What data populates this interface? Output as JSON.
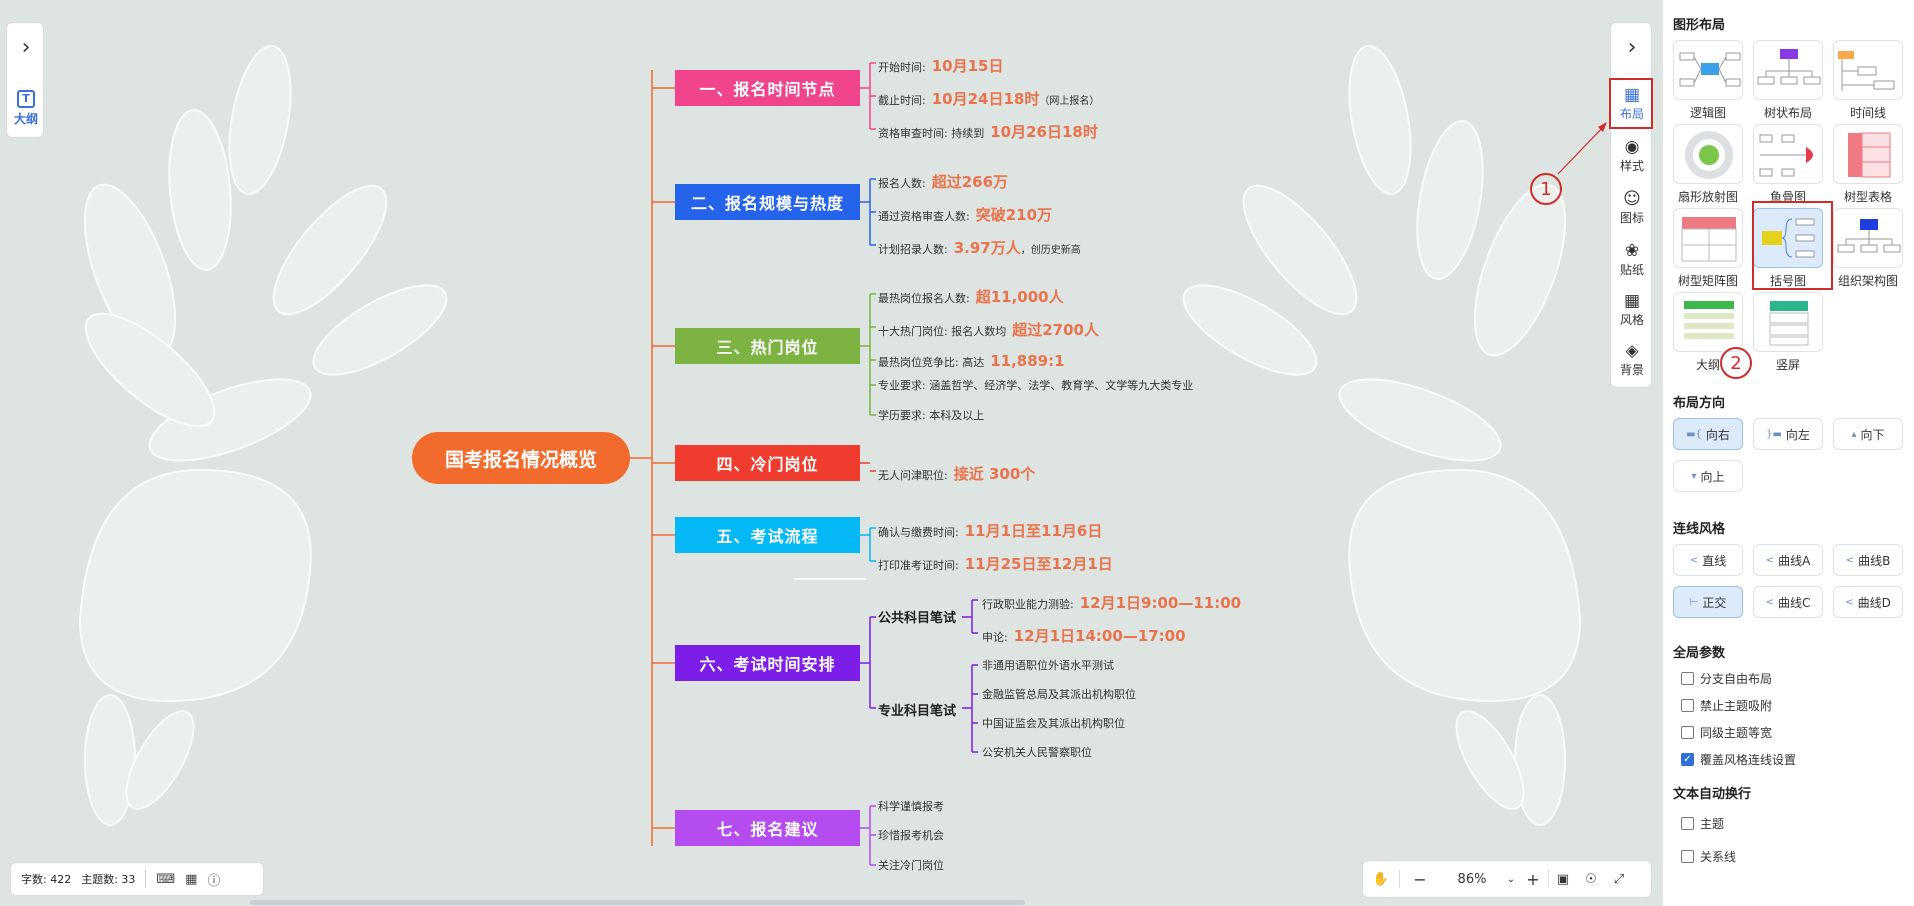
{
  "left_panel": {
    "outline_label": "大纲"
  },
  "right_toolbar": {
    "tools": [
      {
        "name": "布局",
        "icon": "layout-icon",
        "active": true
      },
      {
        "name": "样式",
        "icon": "palette-icon"
      },
      {
        "name": "图标",
        "icon": "smiley-icon"
      },
      {
        "name": "贴纸",
        "icon": "sticker-icon"
      },
      {
        "name": "风格",
        "icon": "grid-icon"
      },
      {
        "name": "背景",
        "icon": "layers-icon"
      }
    ]
  },
  "mindmap": {
    "root": "国考报名情况概览",
    "branches": [
      {
        "title": "一、报名时间节点",
        "color": "#f0458c",
        "items": [
          {
            "label": "开始时间:",
            "value": "10月15日",
            "note": ""
          },
          {
            "label": "截止时间:",
            "value": "10月24日18时",
            "note": "（网上报名）"
          },
          {
            "label": "资格审查时间:  持续到",
            "value": "10月26日18时",
            "note": ""
          }
        ]
      },
      {
        "title": "二、报名规模与热度",
        "color": "#2563eb",
        "items": [
          {
            "label": "报名人数:",
            "value": "超过266万",
            "note": ""
          },
          {
            "label": "通过资格审查人数:",
            "value": "突破210万",
            "note": ""
          },
          {
            "label": "计划招录人数:",
            "value": "3.97万人",
            "note": "，创历史新高"
          }
        ]
      },
      {
        "title": "三、热门岗位",
        "color": "#7cb342",
        "items": [
          {
            "label": "最热岗位报名人数:",
            "value": "超11,000人",
            "note": ""
          },
          {
            "label": "十大热门岗位:  报名人数均",
            "value": "超过2700人",
            "note": ""
          },
          {
            "label": "最热岗位竞争比:  高达",
            "value": "11,889:1",
            "note": ""
          },
          {
            "label": "专业要求:  涵盖哲学、经济学、法学、教育学、文学等九大类专业",
            "value": "",
            "note": ""
          },
          {
            "label": "学历要求:  本科及以上",
            "value": "",
            "note": ""
          }
        ]
      },
      {
        "title": "四、冷门岗位",
        "color": "#f03c2f",
        "items": [
          {
            "label": "无人问津职位:",
            "value": "接近 300个",
            "note": ""
          }
        ]
      },
      {
        "title": "五、考试流程",
        "color": "#03b8f5",
        "items": [
          {
            "label": "确认与缴费时间:",
            "value": "11月1日至11月6日",
            "note": ""
          },
          {
            "label": "打印准考证时间:",
            "value": "11月25日至12月1日",
            "note": ""
          }
        ]
      },
      {
        "title": "六、考试时间安排",
        "color": "#7c1ee8",
        "subgroups": [
          {
            "title": "公共科目笔试",
            "items": [
              {
                "label": "行政职业能力测验:",
                "value": "12月1日9:00—11:00"
              },
              {
                "label": "申论:",
                "value": "12月1日14:00—17:00"
              }
            ]
          },
          {
            "title": "专业科目笔试",
            "items": [
              {
                "label": "非通用语职位外语水平测试",
                "value": ""
              },
              {
                "label": "金融监管总局及其派出机构职位",
                "value": ""
              },
              {
                "label": "中国证监会及其派出机构职位",
                "value": ""
              },
              {
                "label": "公安机关人民警察职位",
                "value": ""
              }
            ]
          }
        ]
      },
      {
        "title": "七、报名建议",
        "color": "#b44cf0",
        "items": [
          {
            "label": "科学谨慎报考",
            "value": "",
            "note": ""
          },
          {
            "label": "珍惜报考机会",
            "value": "",
            "note": ""
          },
          {
            "label": "关注冷门岗位",
            "value": "",
            "note": ""
          }
        ]
      }
    ]
  },
  "callouts": [
    "1",
    "2"
  ],
  "sidebar": {
    "graph_layout_title": "图形布局",
    "layouts": [
      {
        "label": "逻辑图",
        "selected": false
      },
      {
        "label": "树状布局",
        "selected": false
      },
      {
        "label": "时间线",
        "selected": false
      },
      {
        "label": "扇形放射图",
        "selected": false
      },
      {
        "label": "鱼骨图",
        "selected": false
      },
      {
        "label": "树型表格",
        "selected": false
      },
      {
        "label": "树型矩阵图",
        "selected": false
      },
      {
        "label": "括号图",
        "selected": true
      },
      {
        "label": "组织架构图",
        "selected": false
      },
      {
        "label": "大纲",
        "selected": false
      },
      {
        "label": "竖屏",
        "selected": false
      }
    ],
    "direction_title": "布局方向",
    "directions": [
      {
        "label": "向右",
        "selected": true
      },
      {
        "label": "向左",
        "selected": false
      },
      {
        "label": "向下",
        "selected": false
      },
      {
        "label": "向上",
        "selected": false
      }
    ],
    "line_style_title": "连线风格",
    "line_styles": [
      {
        "label": "直线",
        "selected": false
      },
      {
        "label": "曲线A",
        "selected": false
      },
      {
        "label": "曲线B",
        "selected": false
      },
      {
        "label": "正交",
        "selected": true
      },
      {
        "label": "曲线C",
        "selected": false
      },
      {
        "label": "曲线D",
        "selected": false
      }
    ],
    "global_title": "全局参数",
    "global_options": [
      {
        "label": "分支自由布局",
        "checked": false
      },
      {
        "label": "禁止主题吸附",
        "checked": false
      },
      {
        "label": "同级主题等宽",
        "checked": false
      },
      {
        "label": "覆盖风格连线设置",
        "checked": true
      }
    ],
    "wrap_title": "文本自动换行",
    "wrap_options": [
      {
        "label": "主题",
        "checked": false
      },
      {
        "label": "关系线",
        "checked": false
      }
    ]
  },
  "status": {
    "word_count": "字数: 422",
    "topic_count": "主题数: 33"
  },
  "zoom": {
    "level": "86%"
  }
}
